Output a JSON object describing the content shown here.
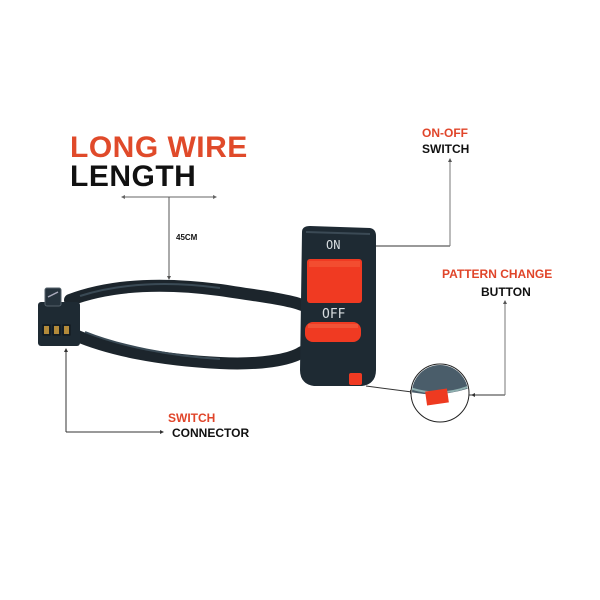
{
  "headline": {
    "line1": "LONG WIRE",
    "line2": "LENGTH"
  },
  "measurement": {
    "label": "45CM"
  },
  "callouts": {
    "on_off": {
      "red": "ON-OFF",
      "black": "SWITCH"
    },
    "pattern": {
      "red": "PATTERN CHANGE",
      "black": "BUTTON"
    },
    "connector": {
      "red": "SWITCH",
      "black": "CONNECTOR"
    }
  },
  "switch": {
    "on_label": "ON",
    "off_label": "OFF"
  },
  "colors": {
    "accent_red": "#e04a2a",
    "button_red": "#f03a22",
    "body_dark": "#1e2a33"
  }
}
